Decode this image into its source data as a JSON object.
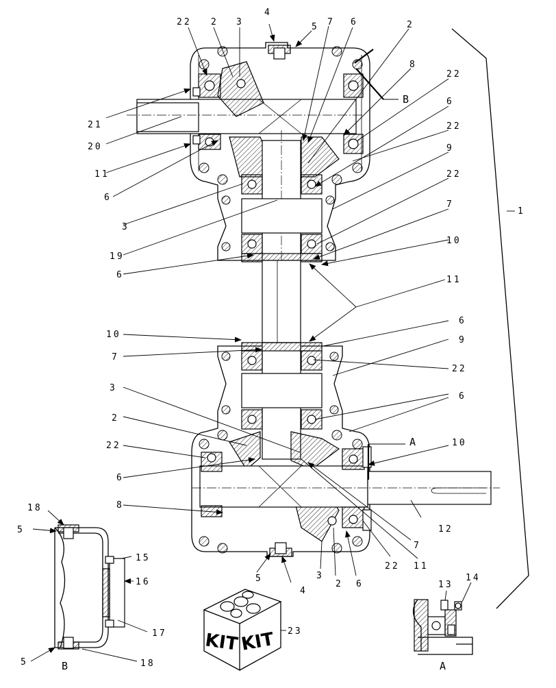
{
  "labels": {
    "top": [
      "22",
      "2",
      "3",
      "4",
      "5",
      "7",
      "6",
      "2"
    ],
    "right_upper": [
      "8",
      "22",
      "6",
      "22",
      "9",
      "22",
      "7",
      "10",
      "11",
      "1"
    ],
    "left_upper": [
      "21",
      "20",
      "11",
      "6",
      "3",
      "19",
      "6"
    ],
    "middle": [
      "10",
      "7",
      "6",
      "9",
      "22",
      "6",
      "3",
      "2",
      "22",
      "6",
      "8",
      "10",
      "12"
    ],
    "bottom": [
      "5",
      "4",
      "3",
      "2",
      "6",
      "22",
      "7",
      "11"
    ],
    "detail_b": [
      "18",
      "5",
      "15",
      "16",
      "17",
      "5",
      "18"
    ],
    "detail_a": [
      "13",
      "14"
    ],
    "kit": "23"
  },
  "section_markers": {
    "b": "B",
    "a": "A"
  },
  "detail_titles": {
    "b": "B",
    "a": "A"
  },
  "kit_box_text": [
    "KIT",
    "KIT"
  ]
}
